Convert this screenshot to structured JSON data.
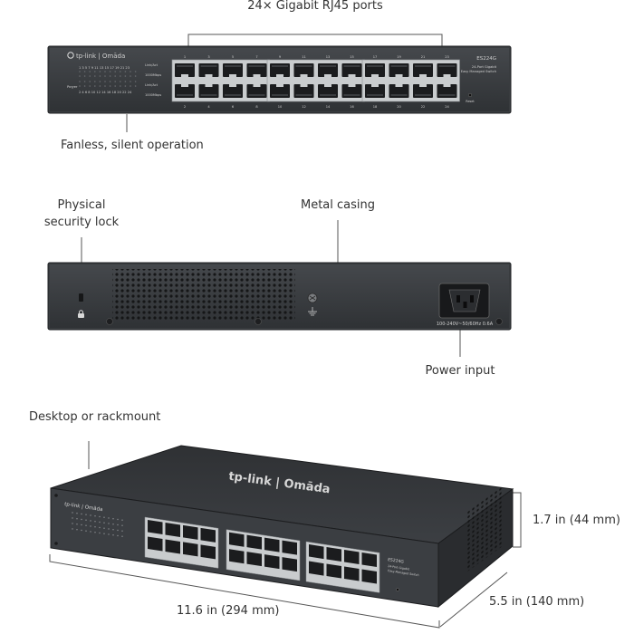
{
  "callouts": {
    "ports": "24× Gigabit RJ45 ports",
    "fanless": "Fanless, silent operation",
    "security_line1": "Physical",
    "security_line2": "security lock",
    "metal": "Metal casing",
    "power": "Power input",
    "mount": "Desktop or rackmount"
  },
  "dimensions": {
    "height": "1.7 in (44 mm)",
    "width": "11.6  in (294 mm)",
    "depth": "5.5  in (140 mm)"
  },
  "front_panel": {
    "brand": "tp-link | Omāda",
    "model": "ES224G",
    "desc_line1": "24-Port Gigabit",
    "desc_line2": "Easy Managed Switch",
    "reset_label": "Reset",
    "power_label": "Power",
    "led_link_label": "Link/Act",
    "led_speed_label": "1000Mbps",
    "led_numbers_top": "1 3 5 7 9 11 13 15 17 19 21 23",
    "led_numbers_bottom": "2 4 6 8 10 12 14 16 18 20 22 24",
    "port_numbers_top": [
      "1",
      "3",
      "5",
      "7",
      "9",
      "11",
      "13",
      "15",
      "17",
      "19",
      "21",
      "23"
    ],
    "port_numbers_bottom": [
      "2",
      "4",
      "6",
      "8",
      "10",
      "12",
      "14",
      "16",
      "18",
      "20",
      "22",
      "24"
    ]
  },
  "rear_panel": {
    "power_rating": "100-240V~50/60Hz 0.6A"
  },
  "top_logo": "tp-link | Omāda",
  "colors": {
    "chassis": "#3a3d40",
    "chassis_dark": "#26282b",
    "port_face": "#c9ccce",
    "port_hole": "#1b1c1e",
    "callout_line": "#555555"
  }
}
